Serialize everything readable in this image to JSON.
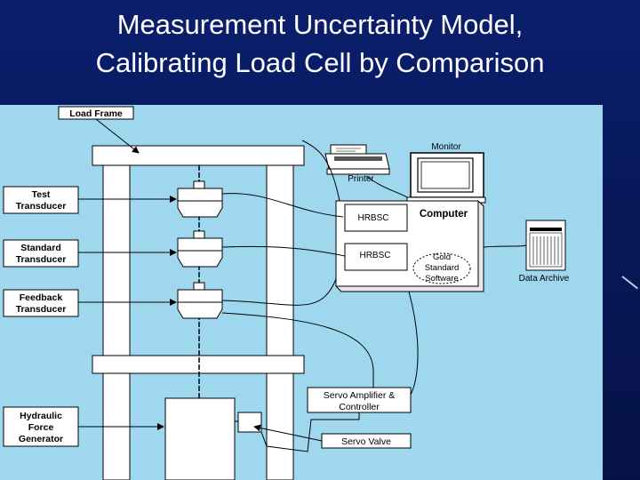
{
  "title": {
    "line1": "Measurement Uncertainty Model,",
    "line2": "Calibrating Load Cell by Comparison"
  },
  "labels": {
    "load_frame": "Load Frame",
    "test_transducer_1": "Test",
    "test_transducer_2": "Transducer",
    "standard_transducer_1": "Standard",
    "standard_transducer_2": "Transducer",
    "feedback_transducer_1": "Feedback",
    "feedback_transducer_2": "Transducer",
    "hydraulic_1": "Hydraulic",
    "hydraulic_2": "Force",
    "hydraulic_3": "Generator",
    "monitor": "Monitor",
    "printer": "Printer",
    "computer": "Computer",
    "hrbsc_1": "HRBSC",
    "hrbsc_2": "HRBSC",
    "gold_1": "Gold",
    "gold_2": "Standard",
    "gold_3": "Software",
    "data_archive": "Data Archive",
    "servo_amp_1": "Servo Amplifier &",
    "servo_amp_2": "Controller",
    "servo_valve": "Servo Valve"
  },
  "colors": {
    "slide_background": "#0a1f6e",
    "diagram_background": "#9fd7ee",
    "frame_fill": "#ffffff",
    "line": "#000000"
  }
}
